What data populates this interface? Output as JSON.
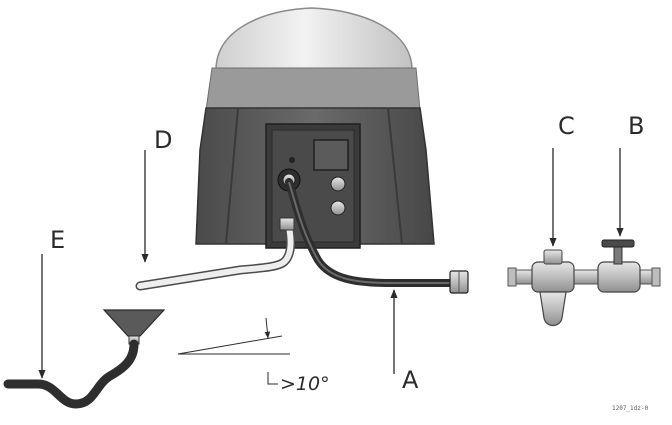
{
  "labels": {
    "a": "A",
    "b": "B",
    "c": "C",
    "d": "D",
    "e": "E"
  },
  "angle_text": ">10°",
  "figure_ref": "1207_1dz-0",
  "colors": {
    "body": "#5a5a5a",
    "body_dark": "#3d3d3d",
    "dome": "#e6e6e6",
    "band": "#9a9a9a",
    "hose": "#3b3b3b",
    "valve": "#c9c9c9",
    "line": "#2b2b2b"
  }
}
